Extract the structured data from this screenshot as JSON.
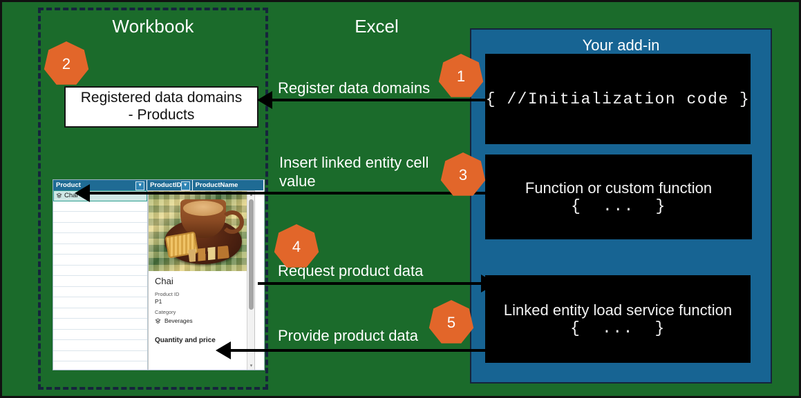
{
  "diagram": {
    "background_color": "#1b6b2b",
    "accent_color": "#e2662a",
    "panel_color": "#176493",
    "workbook_title": "Workbook",
    "excel_title": "Excel",
    "addin_title": "Your add-in"
  },
  "registered_box": {
    "line1": "Registered data domains",
    "line2": "- Products"
  },
  "code_boxes": [
    {
      "id": "initialization",
      "text": "{ //Initialization code }",
      "style": "mono"
    },
    {
      "id": "function",
      "title": "Function or custom function",
      "body": "{  ...  }",
      "style": "title-body"
    },
    {
      "id": "load-service",
      "title": "Linked entity load service function",
      "body": "{  ...  }",
      "style": "title-body"
    }
  ],
  "steps": [
    {
      "number": "1",
      "label": "Register data domains"
    },
    {
      "number": "2",
      "label": ""
    },
    {
      "number": "3",
      "label": "Insert linked entity cell value"
    },
    {
      "number": "4",
      "label": "Request product data"
    },
    {
      "number": "5",
      "label": "Provide product data"
    }
  ],
  "flow_labels": {
    "register_data_domains": "Register data domains",
    "insert_linked_entity_cell_value": "Insert linked entity cell value",
    "request_product_data": "Request product data",
    "provide_product_data": "Provide product data"
  },
  "spreadsheet": {
    "columns": [
      "Product",
      "ProductID",
      "ProductName"
    ],
    "selected_cell_value": "Chai",
    "filter_icon": "▾"
  },
  "entity_card": {
    "title": "Chai",
    "fields": [
      {
        "label": "Product ID",
        "value": "P1"
      },
      {
        "label": "Category",
        "value": "Beverages",
        "icon": "entity-icon"
      }
    ],
    "section_heading": "Quantity and price",
    "photo_alt": "cup-of-tea-photo",
    "scroll_up": "▴",
    "scroll_down": "▾"
  }
}
